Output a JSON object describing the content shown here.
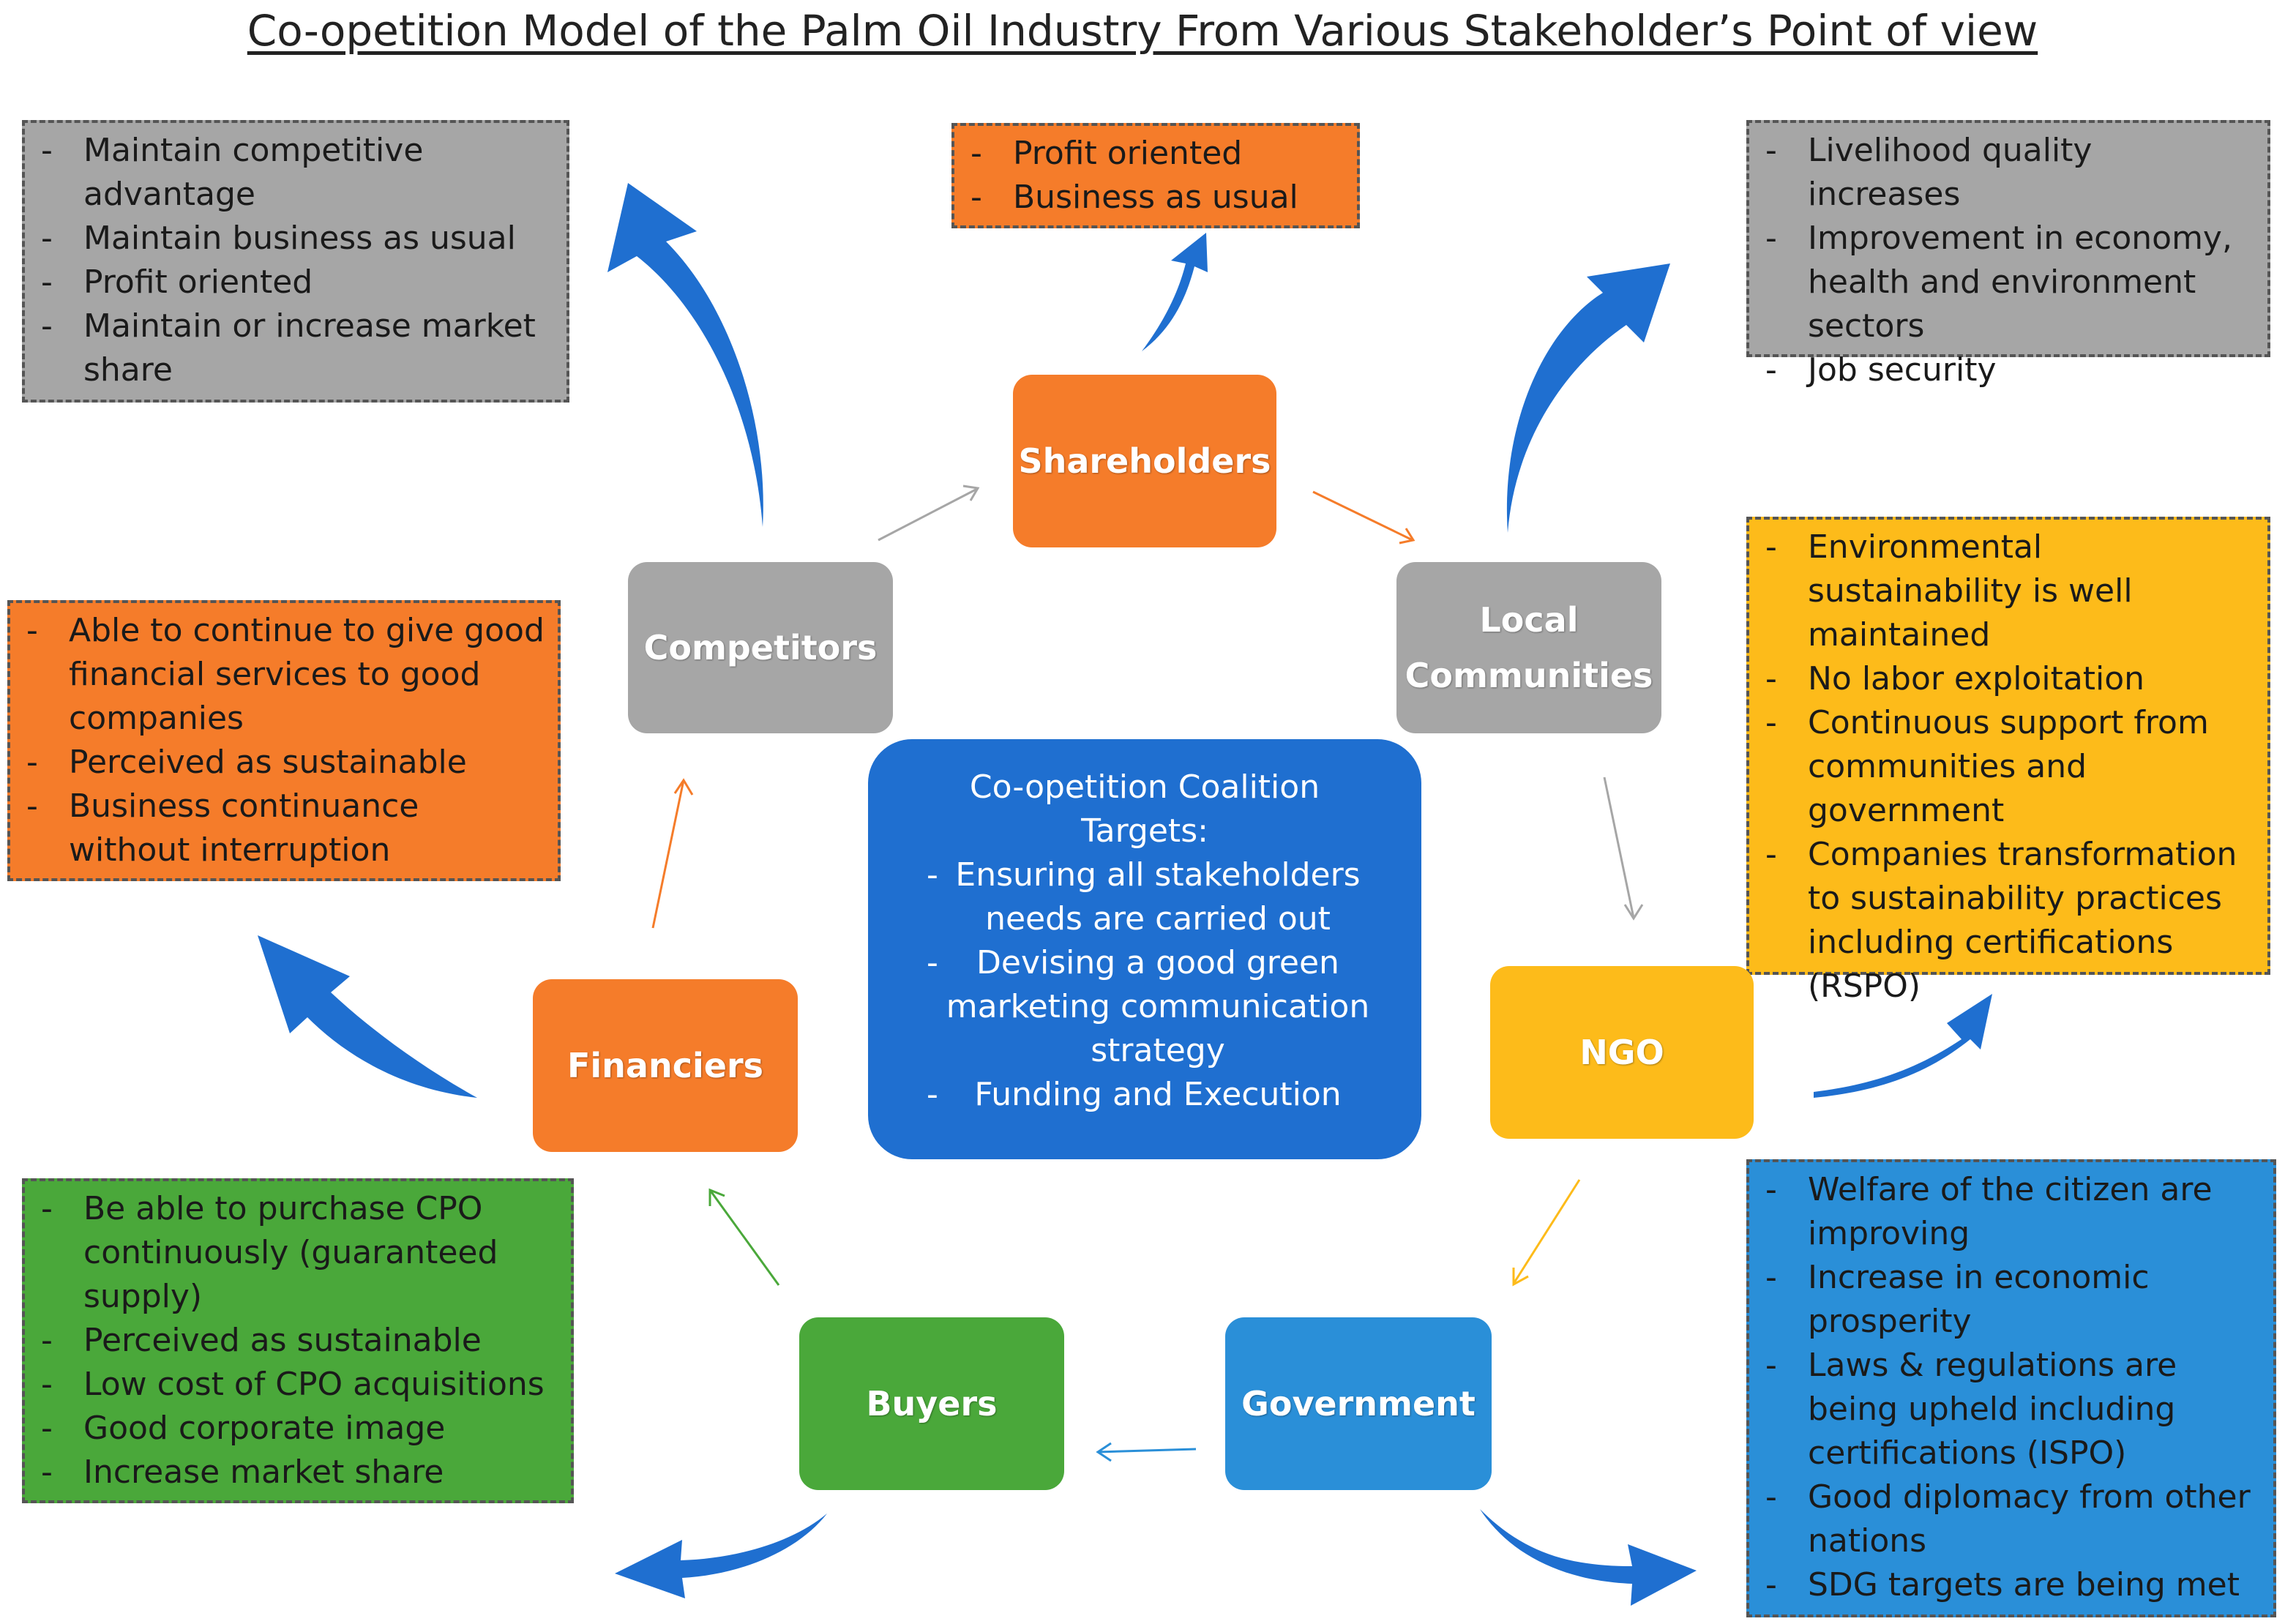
{
  "title": "Co-opetition Model of the Palm Oil Industry From Various Stakeholder’s Point of view",
  "center": {
    "heading": "Co-opetition Coalition Targets:",
    "items": [
      "Ensuring all stakeholders needs are carried out",
      "Devising a good green marketing communication strategy",
      "Funding and Execution"
    ]
  },
  "nodes": {
    "shareholders": "Shareholders",
    "local_communities": "Local Communities",
    "ngo": "NGO",
    "government": "Government",
    "buyers": "Buyers",
    "financiers": "Financiers",
    "competitors": "Competitors"
  },
  "notes": {
    "competitors": [
      "Maintain competitive advantage",
      "Maintain business as usual",
      "Profit oriented",
      "Maintain or increase market share"
    ],
    "shareholders": [
      "Profit oriented",
      "Business as usual"
    ],
    "local_communities": [
      "Livelihood quality increases",
      "Improvement in economy, health and environment sectors",
      "Job security"
    ],
    "ngo": [
      "Environmental sustainability is well maintained",
      "No labor exploitation",
      "Continuous support from communities and government",
      "Companies transformation to sustainability practices including certifications (RSPO)"
    ],
    "financiers": [
      "Able to continue to give good financial services to good companies",
      "Perceived as sustainable",
      "Business continuance without interruption"
    ],
    "buyers": [
      "Be able to purchase CPO continuously (guaranteed supply)",
      "Perceived as sustainable",
      "Low cost of CPO acquisitions",
      "Good corporate image",
      "Increase market share"
    ],
    "government": [
      "Welfare of the citizen are improving",
      "Increase in economic prosperity",
      "Laws & regulations are being upheld including certifications (ISPO)",
      "Good diplomacy from other nations",
      "SDG targets are being met"
    ]
  },
  "colors": {
    "gray": "#a6a6a6",
    "orange": "#f57c2a",
    "yellow": "#fdbb1a",
    "green": "#4aa83a",
    "light_blue": "#2a8fd8",
    "center_blue": "#1f6fd0",
    "arrow_blue": "#1f6fd0"
  }
}
